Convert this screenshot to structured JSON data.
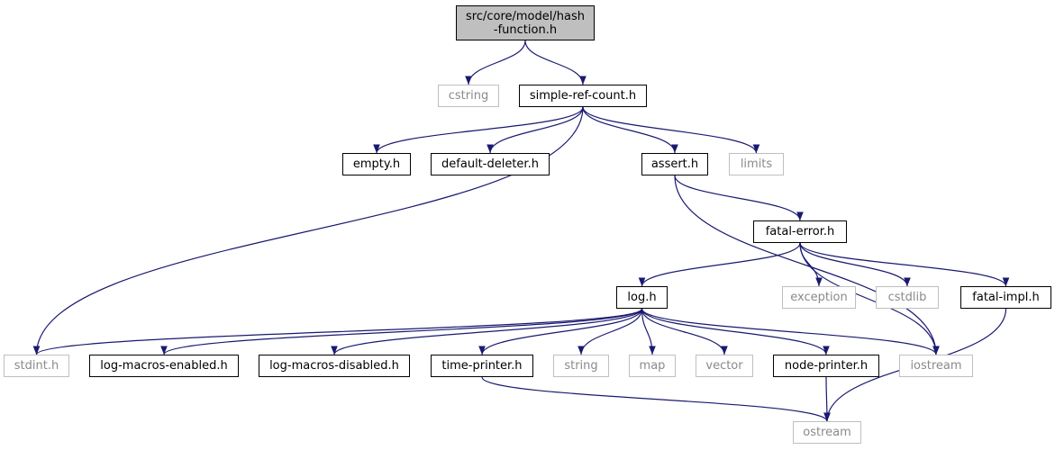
{
  "graph": {
    "root": {
      "id": "root",
      "label": "src/core/model/hash\n-function.h"
    },
    "nodes": [
      {
        "id": "cstring",
        "label": "cstring",
        "kind": "external"
      },
      {
        "id": "simple",
        "label": "simple-ref-count.h",
        "kind": "header"
      },
      {
        "id": "empty",
        "label": "empty.h",
        "kind": "header"
      },
      {
        "id": "deleter",
        "label": "default-deleter.h",
        "kind": "header"
      },
      {
        "id": "assert",
        "label": "assert.h",
        "kind": "header"
      },
      {
        "id": "limits",
        "label": "limits",
        "kind": "external"
      },
      {
        "id": "fatalerr",
        "label": "fatal-error.h",
        "kind": "header"
      },
      {
        "id": "logh",
        "label": "log.h",
        "kind": "header"
      },
      {
        "id": "exception",
        "label": "exception",
        "kind": "external"
      },
      {
        "id": "cstdlib",
        "label": "cstdlib",
        "kind": "external"
      },
      {
        "id": "fatalimpl",
        "label": "fatal-impl.h",
        "kind": "header"
      },
      {
        "id": "stdint",
        "label": "stdint.h",
        "kind": "external"
      },
      {
        "id": "lme",
        "label": "log-macros-enabled.h",
        "kind": "header"
      },
      {
        "id": "lmd",
        "label": "log-macros-disabled.h",
        "kind": "header"
      },
      {
        "id": "timep",
        "label": "time-printer.h",
        "kind": "header"
      },
      {
        "id": "string",
        "label": "string",
        "kind": "external"
      },
      {
        "id": "map",
        "label": "map",
        "kind": "external"
      },
      {
        "id": "vector",
        "label": "vector",
        "kind": "external"
      },
      {
        "id": "nodep",
        "label": "node-printer.h",
        "kind": "header"
      },
      {
        "id": "iostream",
        "label": "iostream",
        "kind": "external"
      },
      {
        "id": "ostream",
        "label": "ostream",
        "kind": "external"
      }
    ],
    "edges": [
      [
        "root",
        "cstring"
      ],
      [
        "root",
        "simple"
      ],
      [
        "simple",
        "empty"
      ],
      [
        "simple",
        "deleter"
      ],
      [
        "simple",
        "assert"
      ],
      [
        "simple",
        "limits"
      ],
      [
        "simple",
        "stdint"
      ],
      [
        "assert",
        "fatalerr"
      ],
      [
        "assert",
        "iostream"
      ],
      [
        "fatalerr",
        "logh"
      ],
      [
        "fatalerr",
        "exception"
      ],
      [
        "fatalerr",
        "cstdlib"
      ],
      [
        "fatalerr",
        "fatalimpl"
      ],
      [
        "fatalerr",
        "iostream"
      ],
      [
        "fatalimpl",
        "ostream"
      ],
      [
        "logh",
        "stdint"
      ],
      [
        "logh",
        "lme"
      ],
      [
        "logh",
        "lmd"
      ],
      [
        "logh",
        "timep"
      ],
      [
        "logh",
        "string"
      ],
      [
        "logh",
        "map"
      ],
      [
        "logh",
        "vector"
      ],
      [
        "logh",
        "nodep"
      ],
      [
        "logh",
        "iostream"
      ],
      [
        "timep",
        "ostream"
      ],
      [
        "nodep",
        "ostream"
      ]
    ],
    "colors": {
      "edge": "#191970",
      "root_fill": "#bfbfbf",
      "header_border": "#000000",
      "external_border": "#bfbfbf",
      "external_text": "#8a8a8a"
    }
  }
}
